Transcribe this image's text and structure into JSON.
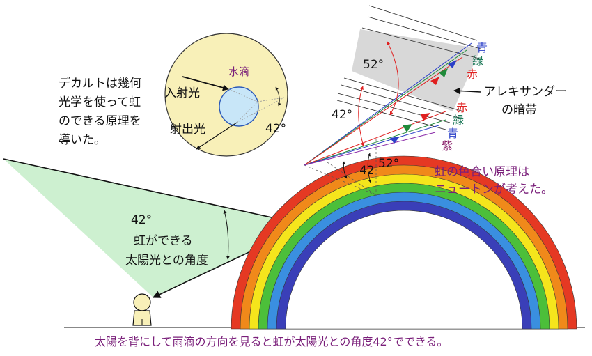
{
  "descartes_note": [
    "デカルトは幾何",
    "光学を使って虹",
    "のできる原理を",
    "導いた。"
  ],
  "droplet": {
    "title": "水滴",
    "incident_label": "入射光",
    "exit_label": "射出光",
    "angle_label": "42°"
  },
  "prism_diagram": {
    "angle_52_top": "52°",
    "angle_42_mid": "42°",
    "angle_42_bottom": "42",
    "angle_52_bottom": "52°",
    "upper_colors": [
      "青",
      "緑",
      "赤"
    ],
    "lower_colors": [
      "赤",
      "緑",
      "青",
      "紫"
    ],
    "alexander_band": [
      "アレキサンダー",
      "の暗帯"
    ],
    "newton_note": [
      "虹の色合い原理は",
      "ニュートンが考えた。"
    ]
  },
  "observer_cone": {
    "angle_label": "42°",
    "line2": "虹ができる",
    "line3": "太陽光との角度"
  },
  "caption": "太陽を背にして雨滴の方向を見ると虹が太陽光との角度42°でできる。",
  "colors": {
    "rainbow": [
      "#e53923",
      "#f0891a",
      "#f5e51c",
      "#4cbf3a",
      "#3a8fe0",
      "#3a3fb8"
    ],
    "cone_fill": "#cdf0d0",
    "droplet_bg": "#f8f0b8",
    "droplet_drop": "#c8e6f8",
    "band": "#d8d8d8",
    "label_purple": "#7a1f7a"
  },
  "icons": {
    "observer": "person-figure-icon"
  }
}
